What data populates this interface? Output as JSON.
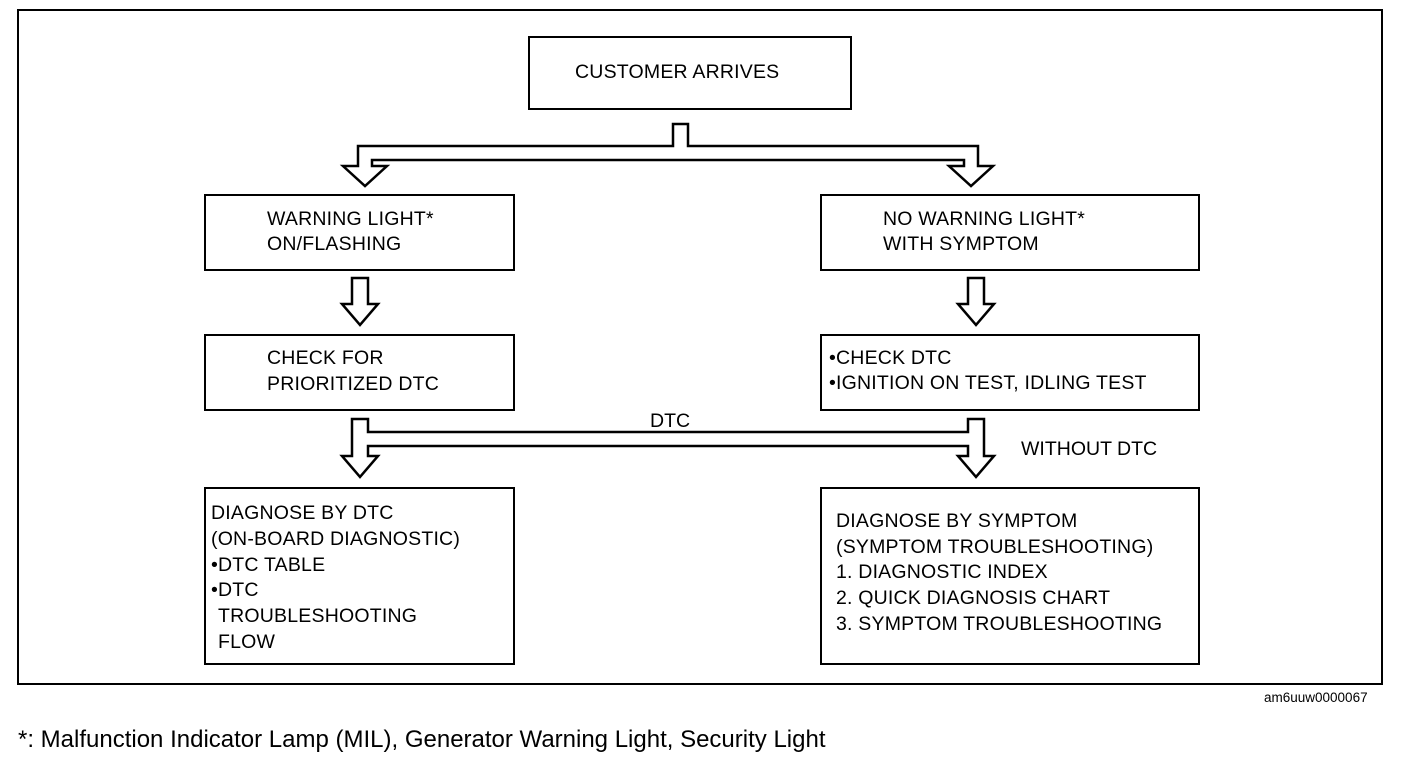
{
  "nodes": {
    "customer": {
      "lines": [
        "CUSTOMER ARRIVES"
      ]
    },
    "warning": {
      "lines": [
        "WARNING LIGHT*",
        "ON/FLASHING"
      ]
    },
    "no_warning": {
      "lines": [
        "NO WARNING LIGHT*",
        "WITH SYMPTOM"
      ]
    },
    "check_prioritized": {
      "lines": [
        "CHECK FOR",
        "PRIORITIZED DTC"
      ]
    },
    "check_dtc": {
      "lines": [
        "•CHECK DTC",
        "•IGNITION ON TEST, IDLING TEST"
      ]
    },
    "diagnose_dtc": {
      "lines": [
        "DIAGNOSE BY DTC",
        "(ON-BOARD DIAGNOSTIC)",
        "•DTC TABLE",
        "•DTC",
        "TROUBLESHOOTING",
        "FLOW"
      ]
    },
    "diagnose_symptom": {
      "lines": [
        "DIAGNOSE BY SYMPTOM",
        "(SYMPTOM TROUBLESHOOTING)",
        "1. DIAGNOSTIC INDEX",
        "2. QUICK DIAGNOSIS CHART",
        "3. SYMPTOM TROUBLESHOOTING"
      ]
    }
  },
  "edges": [
    {
      "from": "customer",
      "to": "warning"
    },
    {
      "from": "customer",
      "to": "no_warning"
    },
    {
      "from": "warning",
      "to": "check_prioritized"
    },
    {
      "from": "no_warning",
      "to": "check_dtc"
    },
    {
      "from": "check_prioritized",
      "to": "diagnose_dtc"
    },
    {
      "from": "check_dtc",
      "to": "diagnose_dtc",
      "label": "DTC"
    },
    {
      "from": "check_dtc",
      "to": "diagnose_symptom",
      "label": "WITHOUT DTC"
    }
  ],
  "labels": {
    "dtc": "DTC",
    "without_dtc": "WITHOUT DTC"
  },
  "figure_code": "am6uuw0000067",
  "footnote": "*: Malfunction Indicator Lamp (MIL), Generator Warning Light, Security Light"
}
